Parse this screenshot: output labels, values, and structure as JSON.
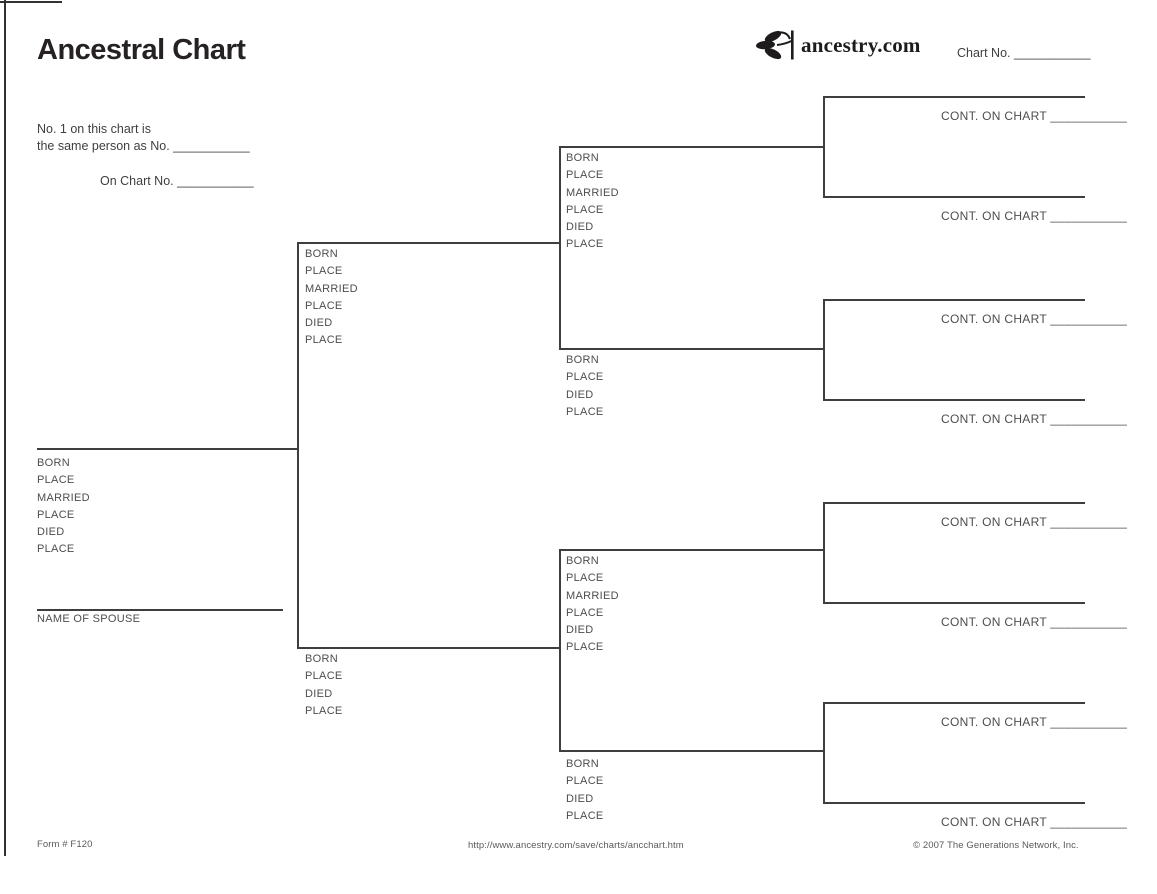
{
  "header": {
    "title": "Ancestral Chart",
    "brand": "ancestry.com",
    "chart_no": "Chart No. ___________"
  },
  "info": {
    "line1": "No. 1 on this chart is",
    "line2": "the same person as No. ___________",
    "line3": "On Chart No. ___________"
  },
  "continuation": {
    "label": "CONT. ON CHART ___________"
  },
  "persons": {
    "p1": {
      "fields": [
        "BORN",
        "PLACE",
        "MARRIED",
        "PLACE",
        "DIED",
        "PLACE"
      ],
      "spouse_label": "NAME OF SPOUSE"
    },
    "p2": {
      "fields": [
        "BORN",
        "PLACE",
        "MARRIED",
        "PLACE",
        "DIED",
        "PLACE"
      ]
    },
    "p3": {
      "fields": [
        "BORN",
        "PLACE",
        "DIED",
        "PLACE"
      ]
    },
    "p4": {
      "fields": [
        "BORN",
        "PLACE",
        "MARRIED",
        "PLACE",
        "DIED",
        "PLACE"
      ]
    },
    "p5": {
      "fields": [
        "BORN",
        "PLACE",
        "DIED",
        "PLACE"
      ]
    },
    "p6": {
      "fields": [
        "BORN",
        "PLACE",
        "MARRIED",
        "PLACE",
        "DIED",
        "PLACE"
      ]
    },
    "p7": {
      "fields": [
        "BORN",
        "PLACE",
        "DIED",
        "PLACE"
      ]
    }
  },
  "footer": {
    "form_number": "Form # F120",
    "url": "http://www.ancestry.com/save/charts/ancchart.htm",
    "copyright": "© 2007 The Generations Network, Inc."
  }
}
